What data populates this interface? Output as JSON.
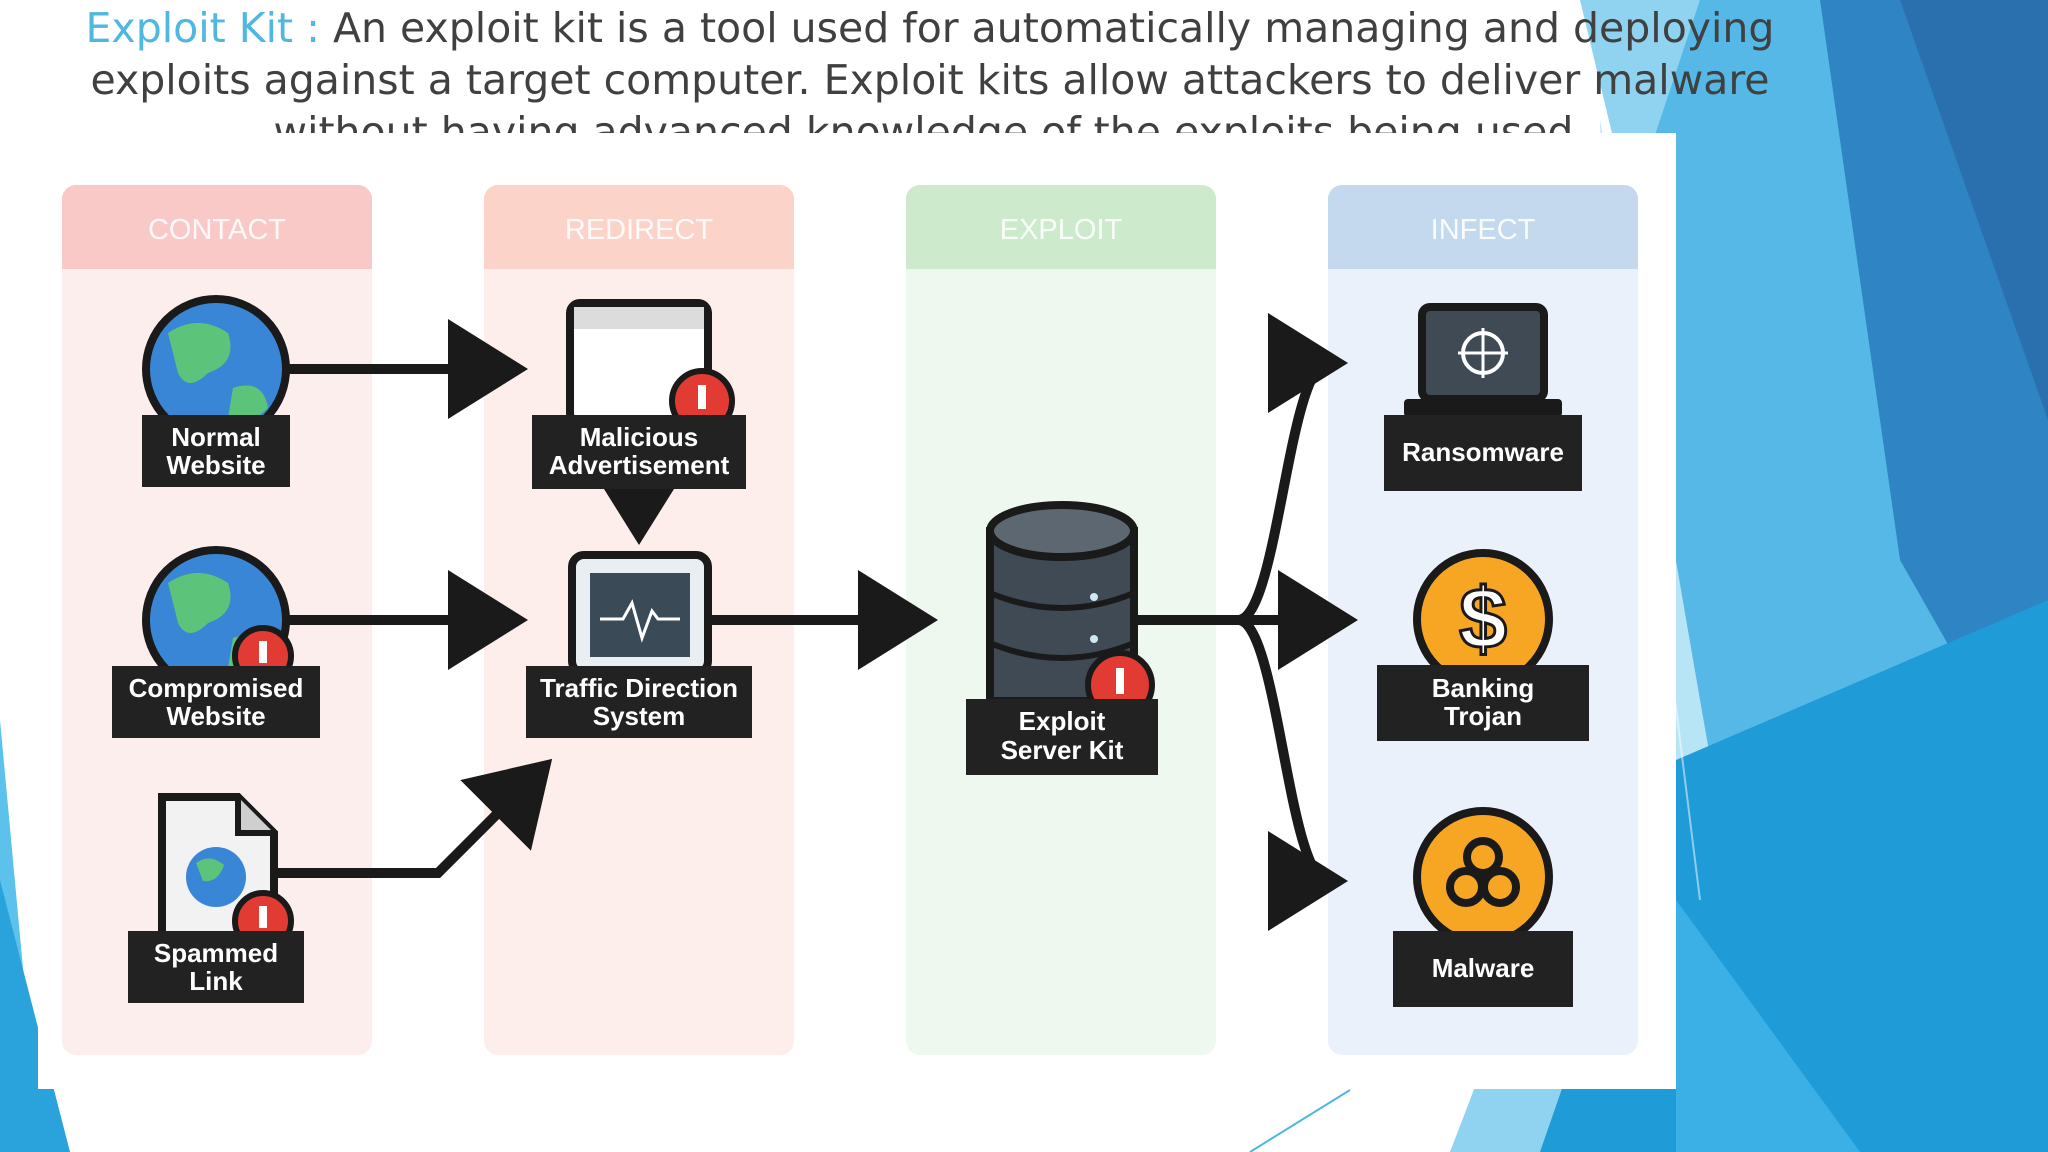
{
  "slide": {
    "term": "Exploit Kit :",
    "definition": "An exploit kit is a tool used for automatically managing and deploying exploits against a target computer. Exploit kits allow attackers to deliver malware without having advanced knowledge of the exploits being used."
  },
  "diagram": {
    "columns": [
      {
        "title": "CONTACT",
        "color": "#f9c9c8"
      },
      {
        "title": "REDIRECT",
        "color": "#fbd3c9"
      },
      {
        "title": "EXPLOIT",
        "color": "#cdeacc"
      },
      {
        "title": "INFECT",
        "color": "#c4d8ee"
      }
    ],
    "nodes": {
      "normal_website": [
        "Normal",
        "Website"
      ],
      "compromised_website": [
        "Compromised",
        "Website"
      ],
      "spammed_link": [
        "Spammed",
        "Link"
      ],
      "malicious_advertisement": [
        "Malicious",
        "Advertisement"
      ],
      "traffic_direction_system": [
        "Traffic Direction",
        "System"
      ],
      "exploit_server_kit": [
        "Exploit",
        "Server Kit"
      ],
      "ransomware": [
        "Ransomware"
      ],
      "banking_trojan": [
        "Banking",
        "Trojan"
      ],
      "malware": [
        "Malware"
      ]
    },
    "icons": {
      "globe": "globe-icon",
      "browser": "browser-window-icon",
      "monitor": "monitor-pulse-icon",
      "document": "document-icon",
      "database": "database-server-icon",
      "laptop": "laptop-target-icon",
      "dollar": "dollar-coin-icon",
      "biohazard": "biohazard-icon",
      "alert": "alert-badge-icon"
    },
    "colors": {
      "accent_blue": "#4fb7e0",
      "arrow": "#1a1a1a",
      "label_bg": "#222222",
      "globe_ocean": "#3a86d6",
      "globe_land": "#5bc47a",
      "alert_red": "#e13b33",
      "coin_yellow": "#f6a623"
    }
  }
}
